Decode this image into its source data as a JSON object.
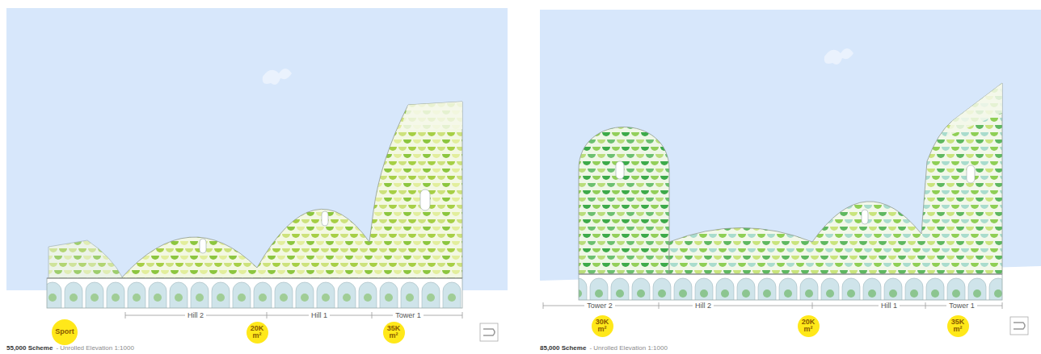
{
  "diagram": {
    "nodes": [
      {
        "text": [
          "Sport"
        ]
      },
      {
        "text": [
          "20K m²"
        ]
      },
      {
        "text": [
          "35K m²"
        ]
      },
      {
        "text": [
          "30K m²"
        ]
      },
      {
        "text": [
          "20K m²"
        ]
      },
      {
        "text": [
          "35K m²"
        ]
      }
    ],
    "labels": [
      "Hill 2",
      "Hill 1",
      "Tower 1",
      "55,000 Scheme",
      "- Unrolled Elevation 1:1000",
      "Tower 2",
      "Hill 2",
      "Hill 1",
      "Tower 1",
      "85,000 Scheme",
      "- Unrolled Elevation 1:1000"
    ]
  }
}
